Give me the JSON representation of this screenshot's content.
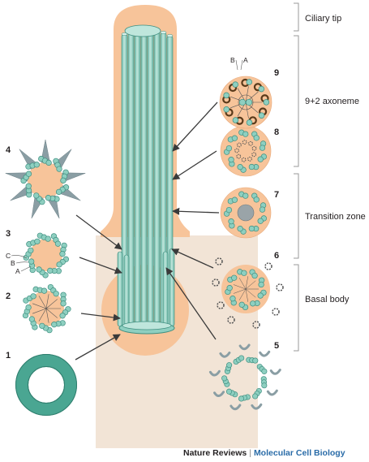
{
  "regions": {
    "ciliary_tip": "Ciliary tip",
    "axoneme": "9+2 axoneme",
    "transition_zone": "Transition zone",
    "basal_body": "Basal body"
  },
  "stages": {
    "s1": "1",
    "s2": "2",
    "s3": "3",
    "s4": "4",
    "s5": "5",
    "s6": "6",
    "s7": "7",
    "s8": "8",
    "s9": "9"
  },
  "labels": {
    "stage3": {
      "c": "C",
      "b": "B",
      "a": "A"
    },
    "stage9": {
      "b": "B",
      "a": "A"
    }
  },
  "credit": {
    "publisher": "Nature Reviews",
    "separator": "|",
    "journal": "Molecular Cell Biology"
  },
  "colors": {
    "microtubule": "#8ecfc0",
    "microtubule_outline": "#3f8f80",
    "cilium_membrane": "#f7c49a",
    "cell_body": "#f2e4d6",
    "arrow": "#3a3a3a",
    "bracket": "#9a9a9a"
  }
}
